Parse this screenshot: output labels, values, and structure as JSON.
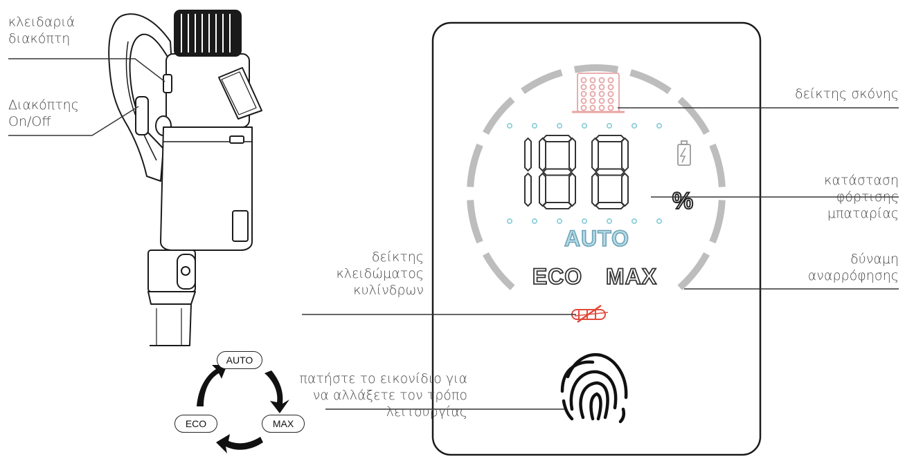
{
  "labels": {
    "switch_lock": [
      "κλειδαριά",
      "διακόπτη"
    ],
    "power_switch": [
      "Διακόπτης",
      "On/Off"
    ],
    "dust_indicator": "δείκτης σκόνης",
    "battery_status": [
      "κατάσταση",
      "φόρτισης",
      "μπαταρίας"
    ],
    "suction_power": [
      "δύναμη",
      "αναρρόφησης"
    ],
    "roller_lock_indicator": [
      "δείκτης",
      "κλειδώματος",
      "κυλίνδρων"
    ],
    "press_icon": [
      "πατήστε το εικονίδιο για",
      "να αλλάξετε τον τρόπο",
      "λειτουργίας"
    ]
  },
  "display": {
    "digits": "188",
    "percent": "%",
    "auto": "AUTO",
    "eco": "ECO",
    "max": "MAX"
  },
  "mode_cycle": {
    "auto": "AUTO",
    "max": "MAX",
    "eco": "ECO"
  },
  "colors": {
    "outline": "#1a1a1a",
    "leader_line": "#333333",
    "ring": "#bdbdbd",
    "dots": "#8fd0db",
    "auto_fill": "#b9dbe6",
    "auto_stroke": "#6aa3b8",
    "dust": "#e7a3a3",
    "roller_lock": "#e04a3a",
    "segments": "#333333"
  }
}
